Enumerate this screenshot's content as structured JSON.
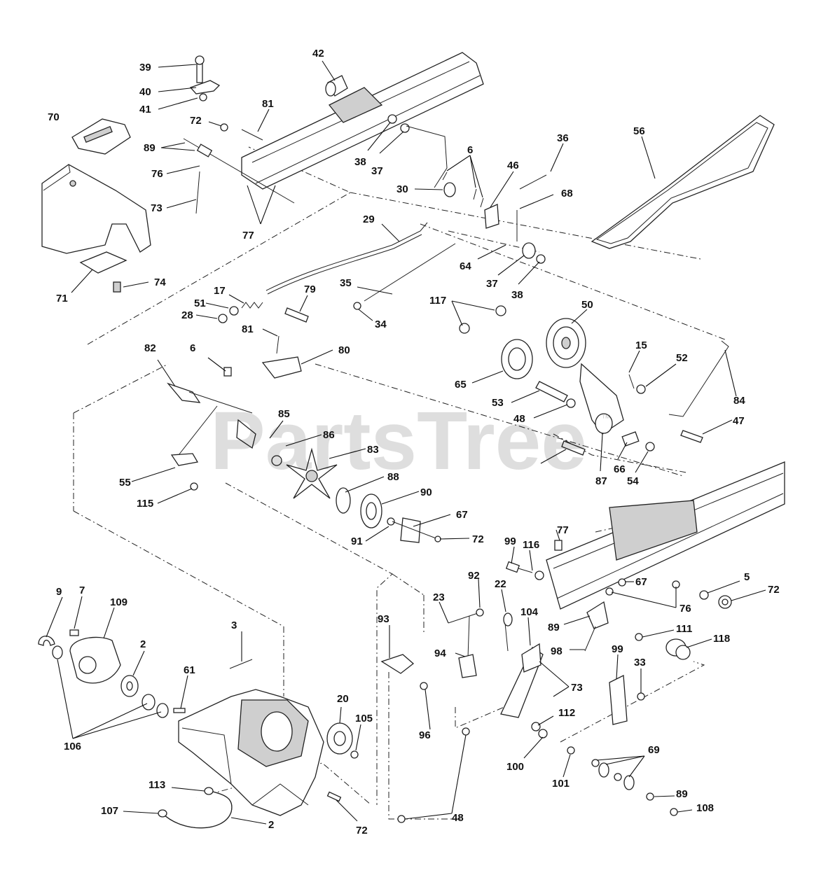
{
  "watermark": {
    "text": "PartsTree",
    "trademark": "™"
  },
  "callouts": [
    "39",
    "40",
    "41",
    "42",
    "81",
    "72",
    "70",
    "89",
    "76",
    "73",
    "77",
    "38",
    "37",
    "6",
    "30",
    "46",
    "36",
    "68",
    "56",
    "29",
    "64",
    "37",
    "38",
    "35",
    "34",
    "17",
    "79",
    "51",
    "28",
    "71",
    "74",
    "117",
    "50",
    "81",
    "80",
    "82",
    "6",
    "15",
    "52",
    "65",
    "53",
    "48",
    "47",
    "84",
    "85",
    "86",
    "83",
    "55",
    "66",
    "54",
    "87",
    "88",
    "90",
    "67",
    "91",
    "72",
    "115",
    "77",
    "99",
    "116",
    "67",
    "5",
    "72",
    "76",
    "89",
    "111",
    "118",
    "92",
    "23",
    "22",
    "104",
    "93",
    "94",
    "73",
    "98",
    "99",
    "33",
    "9",
    "7",
    "109",
    "3",
    "2",
    "61",
    "20",
    "105",
    "96",
    "112",
    "100",
    "101",
    "69",
    "106",
    "113",
    "89",
    "108",
    "107",
    "2",
    "72",
    "48"
  ]
}
